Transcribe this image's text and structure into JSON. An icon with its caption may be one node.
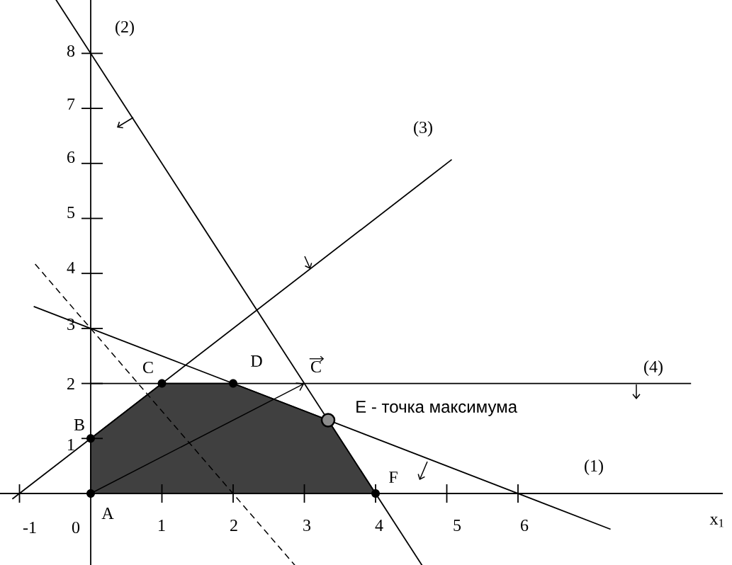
{
  "diagram": {
    "labels": [
      "(2)",
      "8",
      "7",
      "(3)",
      "6",
      "5",
      "4",
      "3",
      "C",
      "D",
      "C",
      "(4)",
      "2",
      "E - точка максимума",
      "B",
      "1",
      "(1)",
      "F",
      "-1",
      "0",
      "A",
      "1",
      "2",
      "3",
      "4",
      "5",
      "6",
      "x$_{1}$"
    ]
  }
}
